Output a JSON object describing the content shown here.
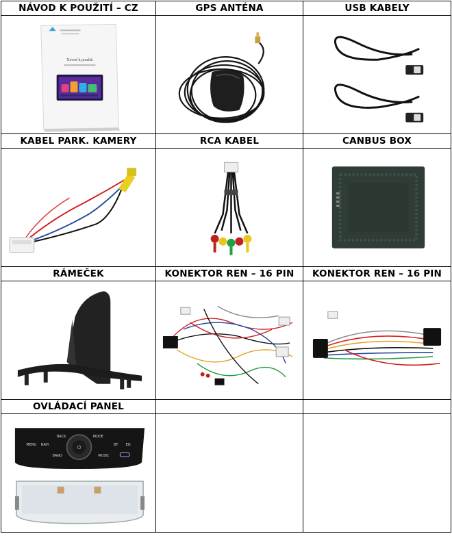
{
  "items": [
    {
      "label": "NÁVOD K POUŽITÍ – CZ",
      "icon": "manual-booklet"
    },
    {
      "label": "GPS ANTÉNA",
      "icon": "gps-antenna"
    },
    {
      "label": "USB KABELY",
      "icon": "usb-cables"
    },
    {
      "label": "KABEL PARK. KAMERY",
      "icon": "camera-cable"
    },
    {
      "label": "RCA KABEL",
      "icon": "rca-cable"
    },
    {
      "label": "CANBUS BOX",
      "icon": "canbus-box"
    },
    {
      "label": "RÁMEČEK",
      "icon": "frame"
    },
    {
      "label": "KONEKTOR REN – 16 PIN",
      "icon": "wiring-harness"
    },
    {
      "label": "KONEKTOR REN – 16 PIN",
      "icon": "connector-harness"
    },
    {
      "label": "OVLÁDACÍ PANEL",
      "icon": "control-panel"
    }
  ],
  "manual": {
    "title": "Návod k použití"
  },
  "control_panel": {
    "buttons": [
      "BACK",
      "MODE",
      "MENU",
      "NAVI",
      "BT",
      "EQ",
      "BAND",
      "MUSIC"
    ]
  }
}
